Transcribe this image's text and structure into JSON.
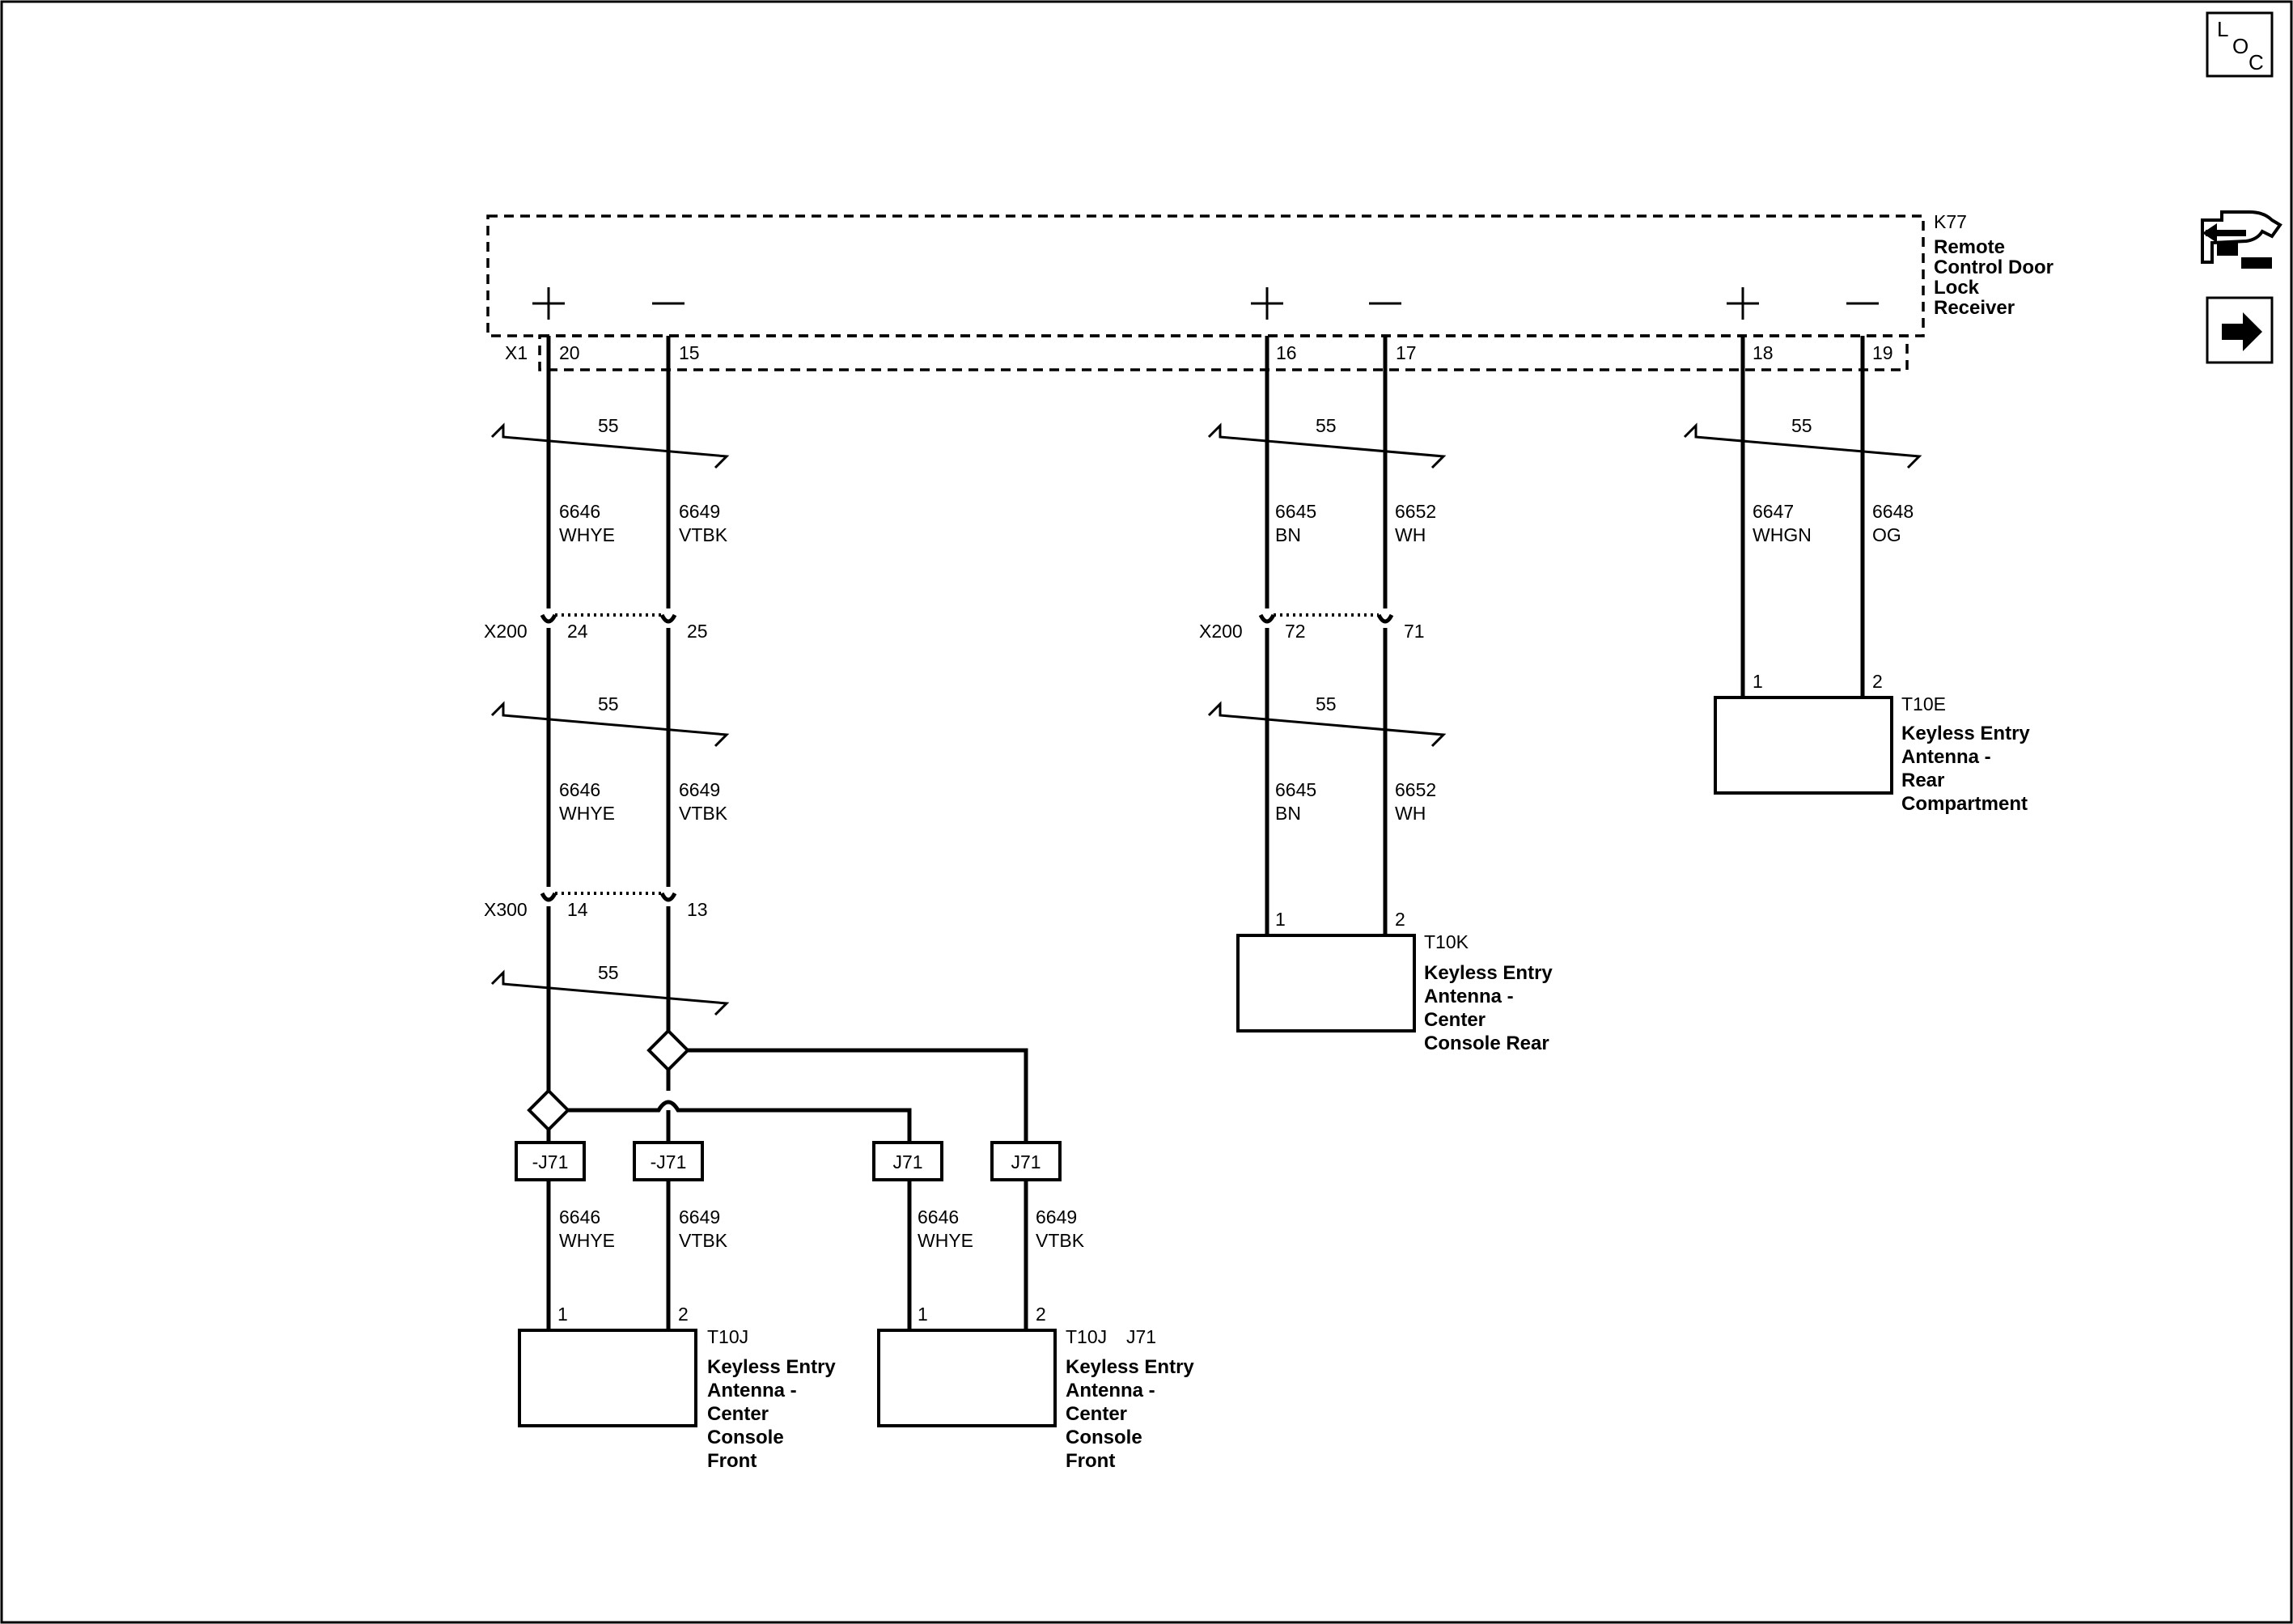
{
  "receiver": {
    "ref": "K77",
    "name_lines": [
      "Remote",
      "Control Door",
      "Lock",
      "Receiver"
    ],
    "connector": "X1",
    "pins": [
      "20",
      "15",
      "16",
      "17",
      "18",
      "19"
    ]
  },
  "nav": {
    "loc_label": [
      "L",
      "O",
      "C"
    ]
  },
  "wire_gauge": "55",
  "circuits": {
    "c6646": {
      "num": "6646",
      "color": "WHYE"
    },
    "c6649": {
      "num": "6649",
      "color": "VTBK"
    },
    "c6645": {
      "num": "6645",
      "color": "BN"
    },
    "c6652": {
      "num": "6652",
      "color": "WH"
    },
    "c6647": {
      "num": "6647",
      "color": "WHGN"
    },
    "c6648": {
      "num": "6648",
      "color": "OG"
    }
  },
  "inline_connectors": {
    "x200a": {
      "name": "X200",
      "pin_a": "24",
      "pin_b": "25"
    },
    "x300": {
      "name": "X300",
      "pin_a": "14",
      "pin_b": "13"
    },
    "x200b": {
      "name": "X200",
      "pin_a": "72",
      "pin_b": "71"
    }
  },
  "options": {
    "not_j71": "-J71",
    "j71": "J71"
  },
  "components": {
    "t10e": {
      "ref": "T10E",
      "name_lines": [
        "Keyless Entry",
        "Antenna -",
        "Rear",
        "Compartment"
      ],
      "pin1": "1",
      "pin2": "2"
    },
    "t10k": {
      "ref": "T10K",
      "name_lines": [
        "Keyless Entry",
        "Antenna -",
        "Center",
        "Console Rear"
      ],
      "pin1": "1",
      "pin2": "2"
    },
    "t10j_a": {
      "ref": "T10J",
      "name_lines": [
        "Keyless Entry",
        "Antenna -",
        "Center",
        "Console",
        "Front"
      ],
      "pin1": "1",
      "pin2": "2"
    },
    "t10j_b": {
      "ref": "T10J",
      "option": "J71",
      "name_lines": [
        "Keyless Entry",
        "Antenna -",
        "Center",
        "Console",
        "Front"
      ],
      "pin1": "1",
      "pin2": "2"
    }
  }
}
